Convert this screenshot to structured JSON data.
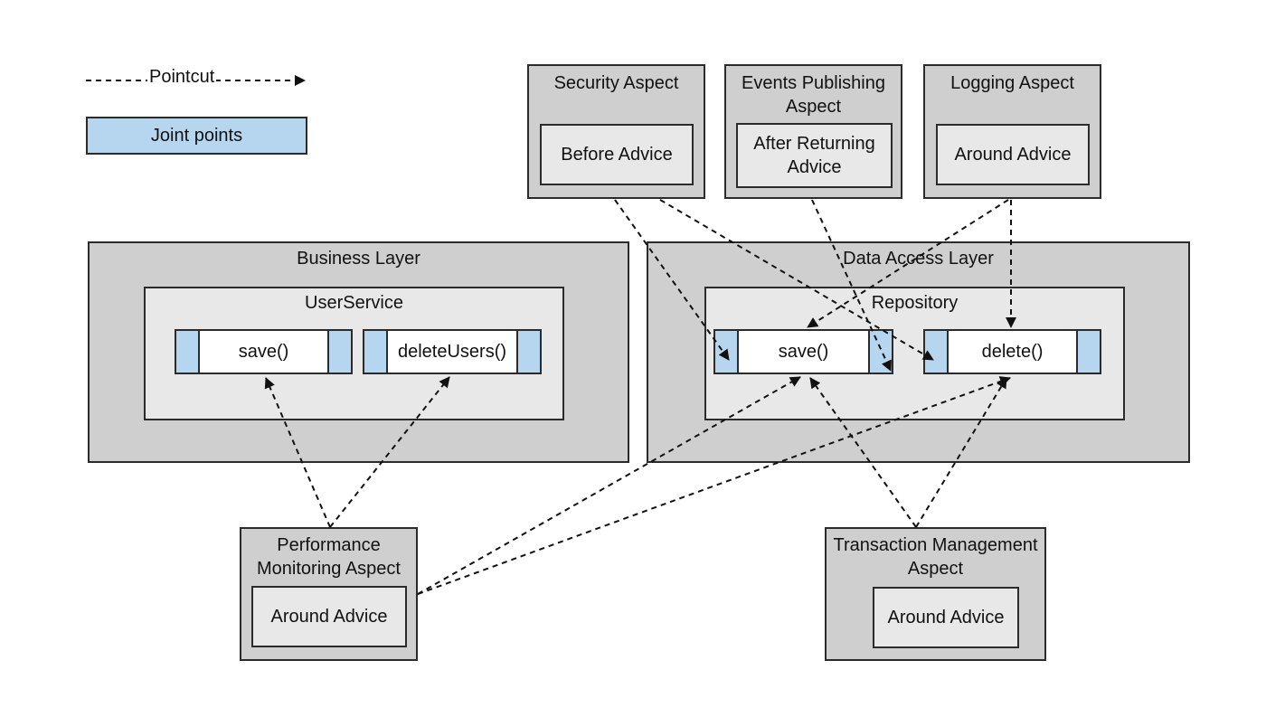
{
  "legend": {
    "pointcut_label": "Pointcut",
    "joint_points_label": "Joint points",
    "colors": {
      "joint_point": "#b5d6ee",
      "outer": "#cfcfcf",
      "inner": "#e8e8e8"
    }
  },
  "aspects": {
    "security": {
      "title": "Security Aspect",
      "advice": "Before Advice"
    },
    "events": {
      "title": "Events Publishing Aspect",
      "advice": "After Returning Advice"
    },
    "logging": {
      "title": "Logging Aspect",
      "advice": "Around Advice"
    },
    "performance": {
      "title": "Performance Monitoring Aspect",
      "advice": "Around Advice"
    },
    "transaction": {
      "title": "Transaction Management Aspect",
      "advice": "Around Advice"
    }
  },
  "business_layer": {
    "title": "Business Layer",
    "service": {
      "title": "UserService",
      "methods": [
        "save()",
        "deleteUsers()"
      ]
    }
  },
  "data_access_layer": {
    "title": "Data Access Layer",
    "repository": {
      "title": "Repository",
      "methods": [
        "save()",
        "delete()"
      ]
    }
  }
}
